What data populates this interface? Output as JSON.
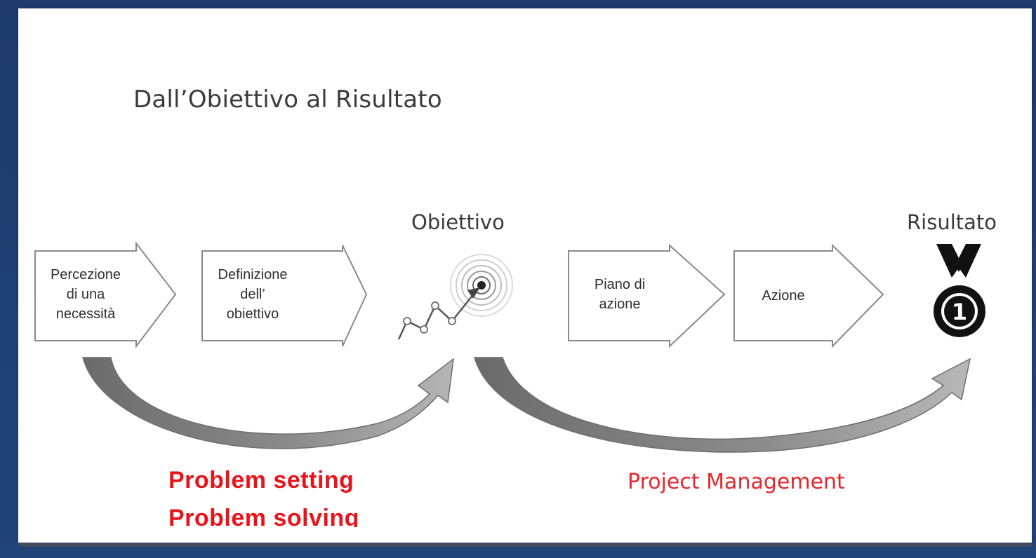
{
  "title": "Dall’Obiettivo al Risultato",
  "stages": {
    "objective_label": "Obiettivo",
    "result_label": "Risultato"
  },
  "steps": [
    {
      "lines": [
        "Percezione",
        "di una",
        "necessità"
      ]
    },
    {
      "lines": [
        "Definizione",
        "dell’",
        "obiettivo"
      ]
    },
    {
      "lines": [
        "Piano di",
        "azione"
      ]
    },
    {
      "lines": [
        "Azione"
      ]
    }
  ],
  "bottom": {
    "left_line1": "Problem  setting",
    "left_line2": "Problem solving",
    "right": "Project Management"
  },
  "icons": {
    "objective": "target-chart-icon",
    "result": "first-place-medal-icon",
    "medal_number": "1"
  },
  "colors": {
    "frame": "#1f3b6b",
    "accent_red": "#e8141b",
    "arrow_gray": "#7f7f7f"
  }
}
